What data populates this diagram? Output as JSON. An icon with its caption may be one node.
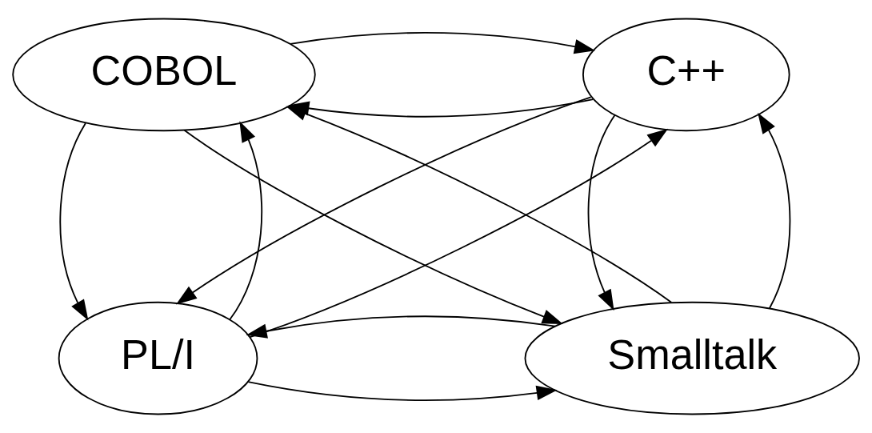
{
  "diagram": {
    "nodes": [
      {
        "text": [
          "COBOL"
        ]
      },
      {
        "text": [
          "C++"
        ]
      },
      {
        "text": [
          "PL/I"
        ]
      },
      {
        "text": [
          "Smalltalk"
        ]
      }
    ],
    "edges": [
      {
        "from": 1,
        "to": 0,
        "arrow": "to"
      },
      {
        "from": 0,
        "to": 1,
        "arrow": "to"
      },
      {
        "from": 0,
        "to": 2,
        "arrow": "to"
      },
      {
        "from": 2,
        "to": 0,
        "arrow": "to"
      },
      {
        "from": 1,
        "to": 2,
        "arrow": "to"
      },
      {
        "from": 2,
        "to": 1,
        "arrow": "to"
      },
      {
        "from": 0,
        "to": 3,
        "arrow": "to"
      },
      {
        "from": 3,
        "to": 0,
        "arrow": "to"
      },
      {
        "from": 3,
        "to": 1,
        "arrow": "to"
      },
      {
        "from": 1,
        "to": 3,
        "arrow": "to"
      },
      {
        "from": 2,
        "to": 3,
        "arrow": "to"
      },
      {
        "from": 3,
        "to": 2,
        "arrow": "to"
      }
    ]
  }
}
